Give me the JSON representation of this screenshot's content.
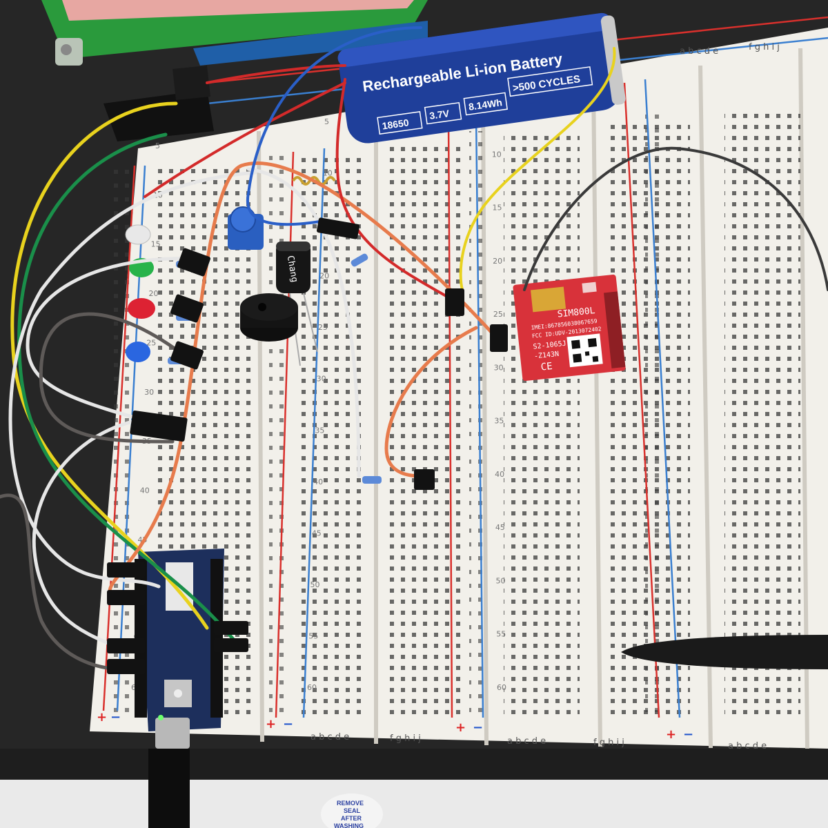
{
  "battery": {
    "title": "Rechargeable Li-ion Battery",
    "cycles": ">500 CYCLES",
    "model": "18650",
    "voltage": "3.7V",
    "energy": "8.14Wh"
  },
  "capacitor": {
    "brand": "Chang"
  },
  "gsm_module": {
    "name": "SIM800L",
    "imei": "IMEI:867856038067659",
    "fcc": "FCC ID:UDV-2013072402",
    "code1": "S2-1065J",
    "code2": "-Z143N",
    "ce": "CE"
  },
  "breadboard": {
    "columns_left": "a b c d e",
    "columns_right": "f g h i j",
    "plus": "+",
    "minus": "−",
    "rows": [
      "5",
      "10",
      "15",
      "20",
      "25",
      "30",
      "35",
      "40",
      "45",
      "50",
      "55",
      "60"
    ]
  },
  "tag": {
    "lines": [
      "REMOVE",
      "SEAL",
      "AFTER",
      "WASHING"
    ]
  },
  "colors": {
    "board": "#f2f0ea",
    "rail_red": "#d9302c",
    "rail_blue": "#3a7fd0",
    "battery": "#1f3f9a",
    "module": "#d8323a",
    "pcb": "#2a9a3c"
  }
}
